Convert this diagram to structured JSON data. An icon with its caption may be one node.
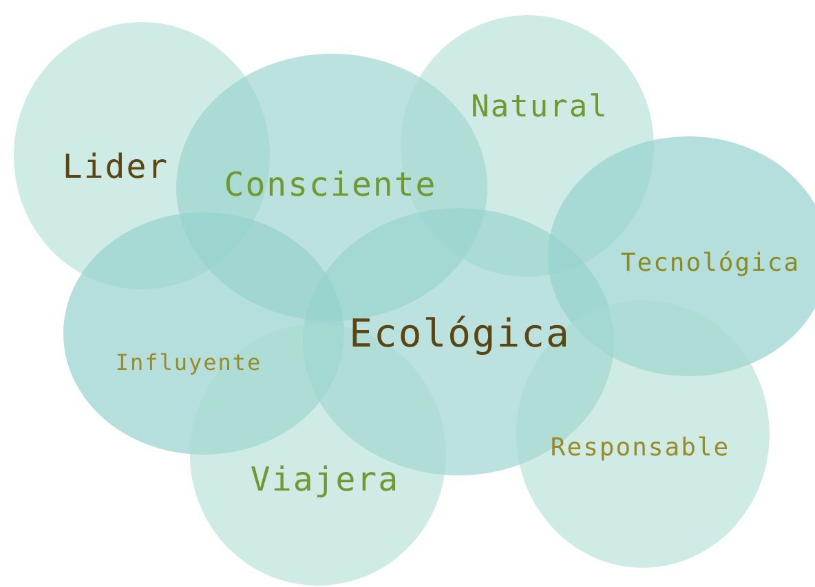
{
  "diagram": {
    "nodes": [
      {
        "text": [
          "Lider"
        ]
      },
      {
        "text": [
          "Consciente"
        ]
      },
      {
        "text": [
          "Natural"
        ]
      },
      {
        "text": [
          "Tecnológica"
        ]
      },
      {
        "text": [
          "Influyente"
        ]
      },
      {
        "text": [
          "Ecológica"
        ]
      },
      {
        "text": [
          "Viajera"
        ]
      },
      {
        "text": [
          "Responsable"
        ]
      }
    ],
    "edges": []
  }
}
